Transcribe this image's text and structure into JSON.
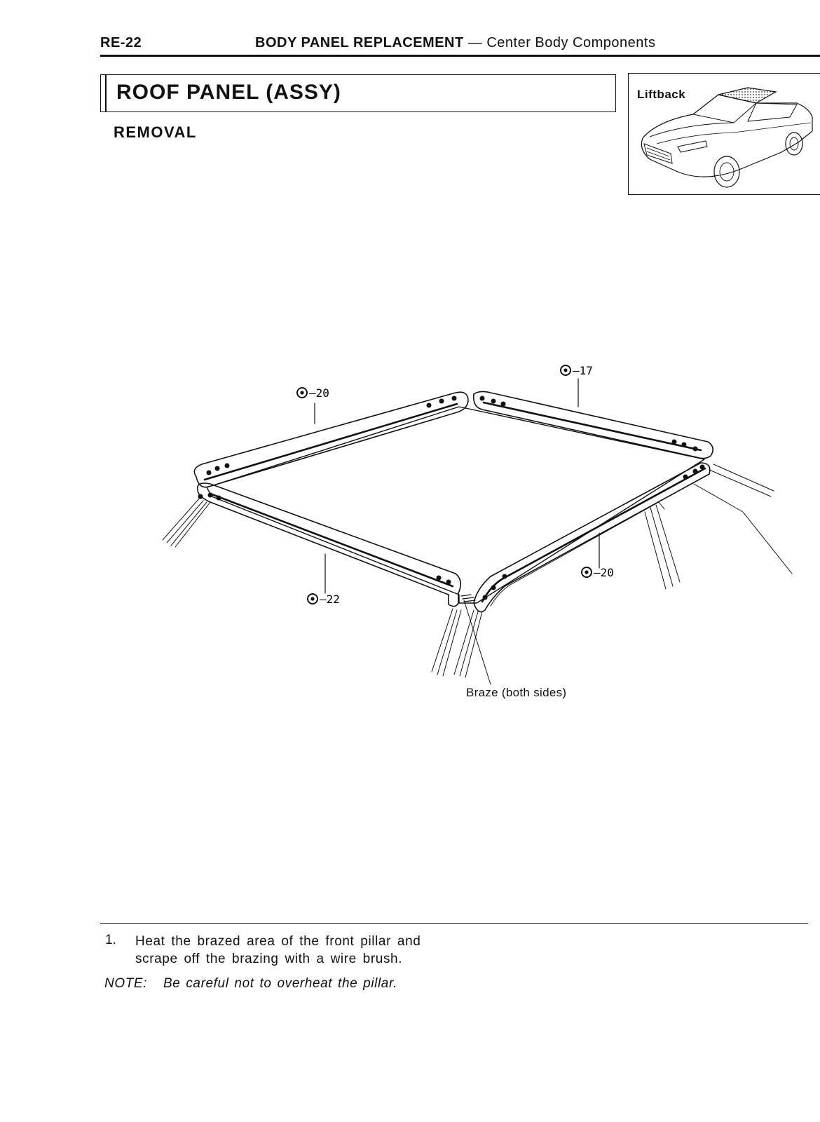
{
  "header": {
    "page_code": "RE-22",
    "section_main": "BODY PANEL REPLACEMENT",
    "section_sub": "— Center Body Components"
  },
  "title": "ROOF PANEL (ASSY)",
  "subtitle": "REMOVAL",
  "thumbnail": {
    "label": "Liftback"
  },
  "diagram": {
    "callouts": [
      {
        "label": "—20"
      },
      {
        "label": "—17"
      },
      {
        "label": "—22"
      },
      {
        "label": "—20"
      }
    ],
    "braze_label": "Braze (both sides)"
  },
  "steps": [
    {
      "number": "1.",
      "text": "Heat the brazed area of the front pillar and scrape off the brazing with a wire brush."
    }
  ],
  "note": {
    "label": "NOTE:",
    "text": "Be careful not to overheat the pillar."
  }
}
